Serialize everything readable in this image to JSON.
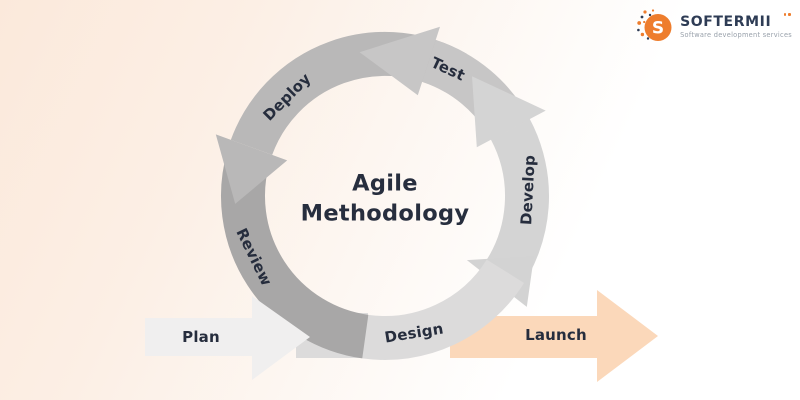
{
  "header": {
    "logo": {
      "brand": "SOFTERMII",
      "tagline": "Software development services",
      "monogram": "S",
      "orange": "#ee7d2d",
      "navy": "#2e3c55"
    }
  },
  "diagram": {
    "title": {
      "line1": "Agile",
      "line2": "Methodology"
    },
    "cycle_labels": {
      "plan": "Plan",
      "design": "Design",
      "develop": "Develop",
      "test": "Test",
      "deploy": "Deploy",
      "review": "Review",
      "launch": "Launch"
    },
    "flow_order": [
      "Plan",
      "Design",
      "Develop",
      "Test",
      "Deploy",
      "Review",
      "Launch"
    ],
    "colors": {
      "background_peach": "#fbe9db",
      "background_white": "#ffffff",
      "plan_arrow": "#f0efef",
      "design_band": "#dcdbdb",
      "develop_arc": "#d4d4d4",
      "design_arrowhead": "#d3d3d3",
      "test_arc": "#c7c6c6",
      "deploy_arc": "#b9b8b8",
      "review_arc": "#a8a7a7",
      "launch_arrow": "#fbd8ba",
      "label_text": "#262d3d"
    }
  }
}
